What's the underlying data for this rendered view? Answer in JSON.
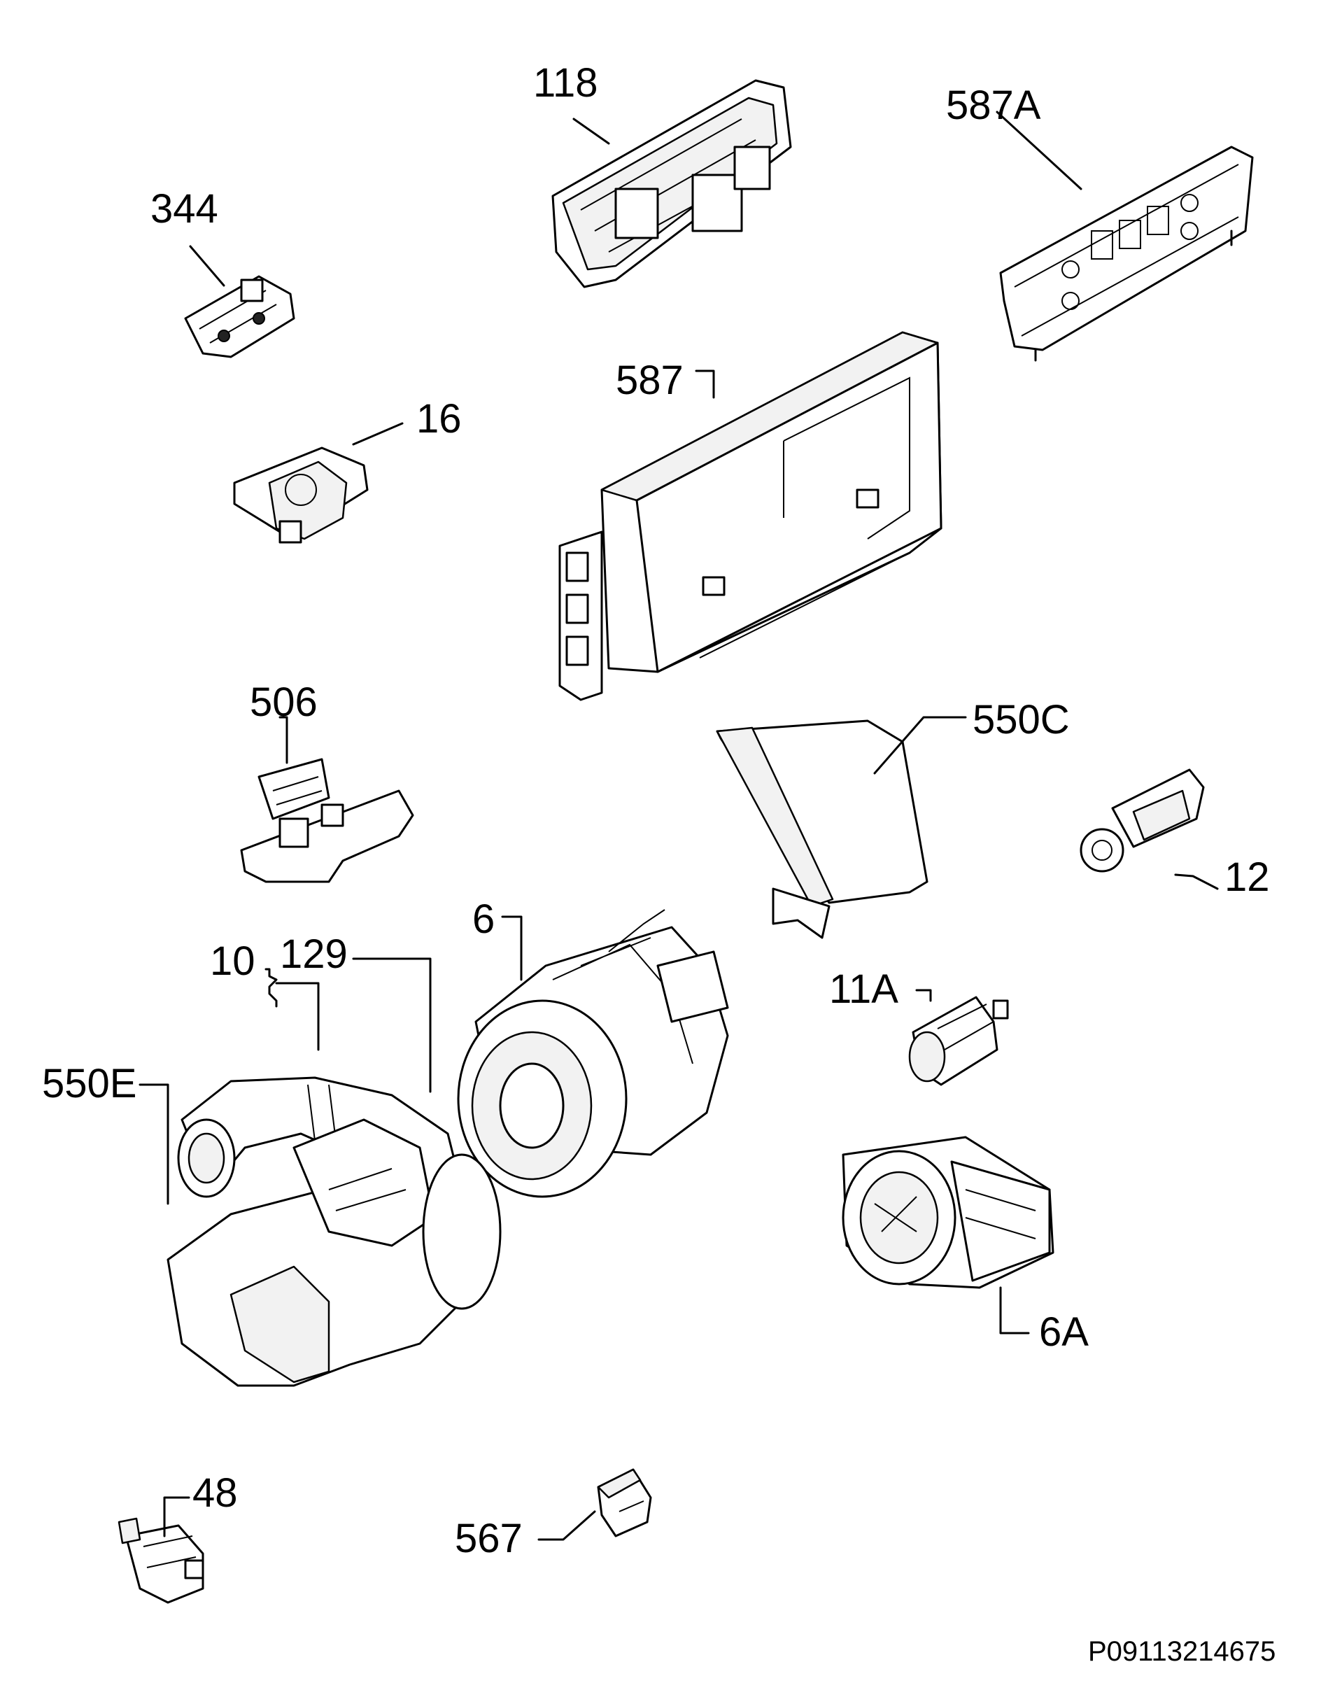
{
  "labels": {
    "l118": "118",
    "l587A": "587A",
    "l344": "344",
    "l587": "587",
    "l16": "16",
    "l506": "506",
    "l550C": "550C",
    "l12": "12",
    "l6": "6",
    "l10": "10",
    "l129": "129",
    "l11A": "11A",
    "l550E": "550E",
    "l6A": "6A",
    "l48": "48",
    "l567": "567"
  },
  "drawing_code": "P09113214675"
}
